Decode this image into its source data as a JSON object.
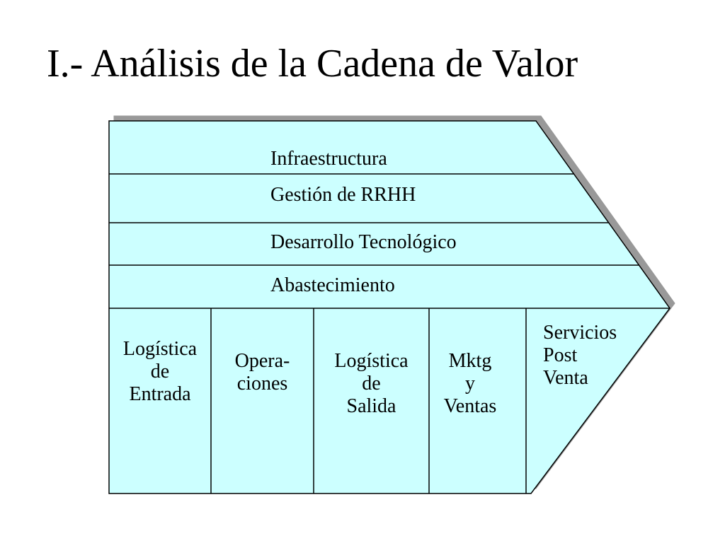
{
  "title": "I.-  Análisis de la Cadena de Valor",
  "colors": {
    "fill": "#ccffff",
    "stroke": "#000000",
    "shadow": "#999999"
  },
  "support_activities": [
    "Infraestructura",
    "Gestión de RRHH",
    "Desarrollo Tecnológico",
    "Abastecimiento"
  ],
  "primary_activities": [
    [
      "Logística",
      "de",
      "Entrada"
    ],
    [
      "Opera-",
      "ciones"
    ],
    [
      "Logística",
      "de",
      "Salida"
    ],
    [
      "Mktg",
      "y",
      "Ventas"
    ],
    [
      "Servicios",
      "Post",
      "Venta"
    ]
  ]
}
